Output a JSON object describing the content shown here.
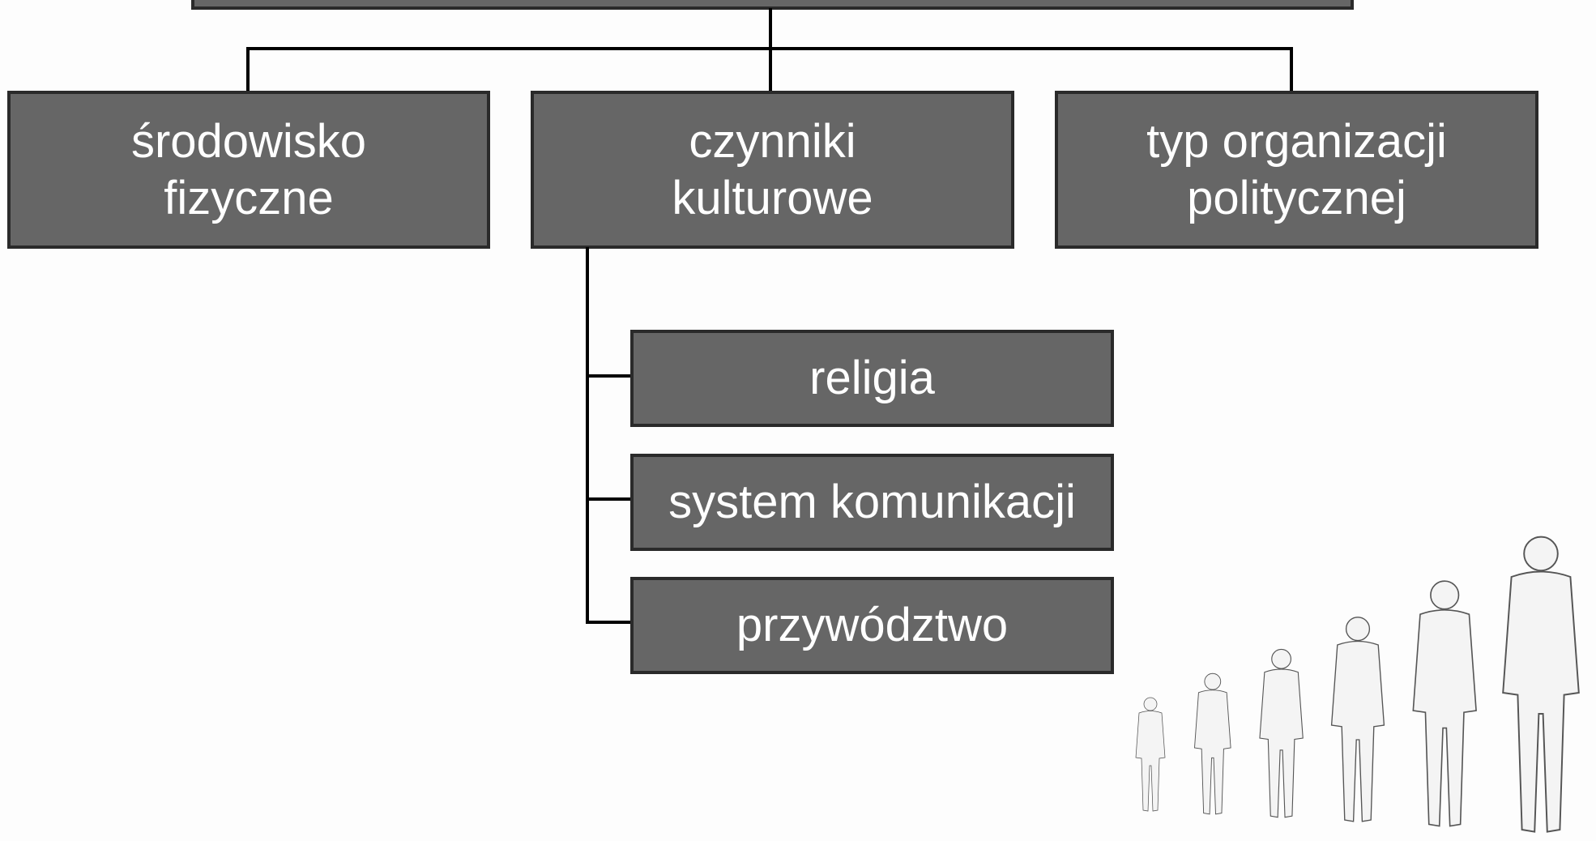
{
  "diagram": {
    "level1": [
      {
        "id": "srodowisko",
        "label": "środowisko\nfizyczne"
      },
      {
        "id": "czynniki",
        "label": "czynniki\nkulturowe"
      },
      {
        "id": "typ",
        "label": "typ organizacji\npolitycznej"
      }
    ],
    "cultural_factors": [
      {
        "id": "religia",
        "label": "religia"
      },
      {
        "id": "system",
        "label": "system komunikacji"
      },
      {
        "id": "przyw",
        "label": "przywództwo"
      }
    ]
  },
  "colors": {
    "box_fill": "#666666",
    "box_border": "#2a2a2a",
    "connector": "#000000",
    "text": "#ffffff"
  },
  "decor": {
    "illustration": "silhouettes-of-growing-people-icon"
  }
}
